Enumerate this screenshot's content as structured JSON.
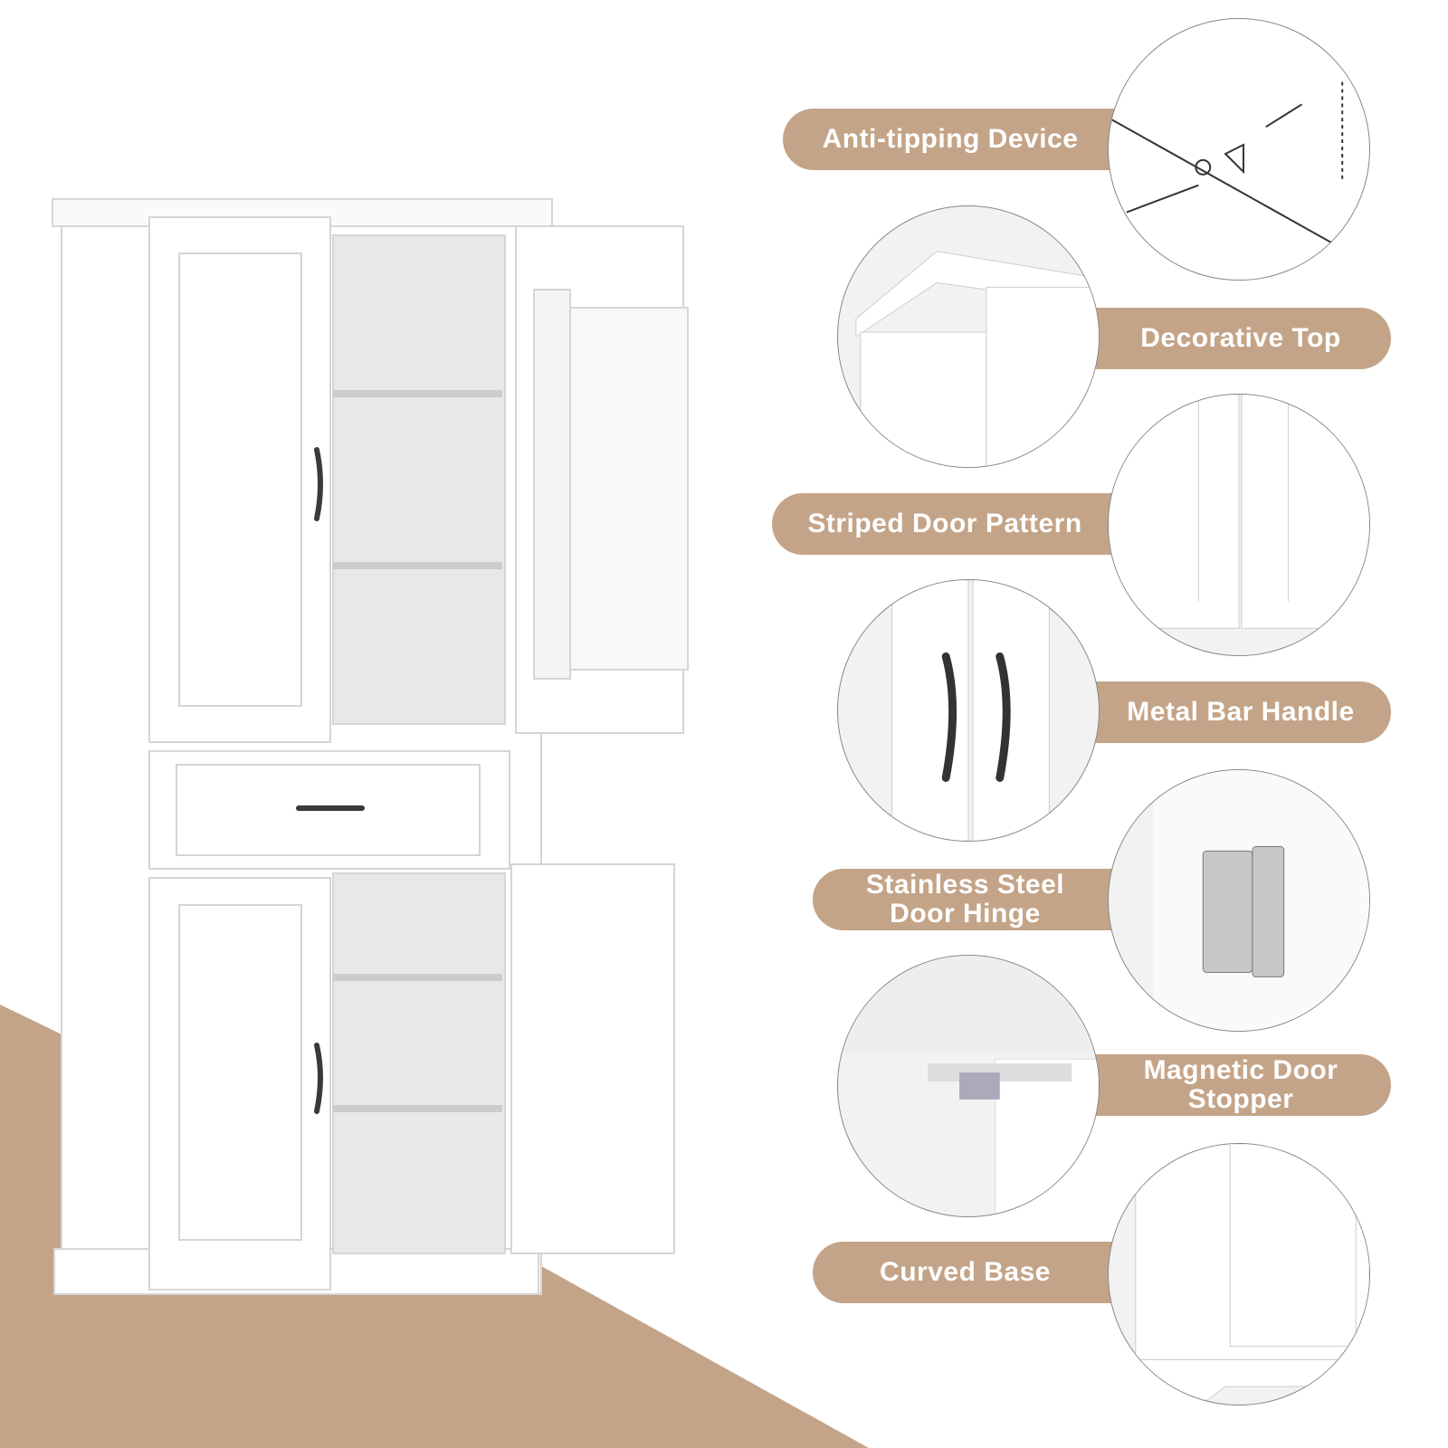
{
  "colors": {
    "accent": "#c4a488",
    "cabinet": "#ffffff",
    "handle": "#3a3a3a"
  },
  "features": [
    {
      "label": "Anti-tipping Device",
      "icon": "anti-tipping-device-detail"
    },
    {
      "label": "Decorative Top",
      "icon": "decorative-top-detail"
    },
    {
      "label": "Striped Door Pattern",
      "icon": "striped-door-detail"
    },
    {
      "label": "Metal Bar Handle",
      "icon": "metal-bar-handle-detail"
    },
    {
      "label": "Stainless Steel Door Hinge",
      "icon": "door-hinge-detail"
    },
    {
      "label": "Magnetic Door Stopper",
      "icon": "magnetic-stopper-detail"
    },
    {
      "label": "Curved Base",
      "icon": "curved-base-detail"
    }
  ]
}
